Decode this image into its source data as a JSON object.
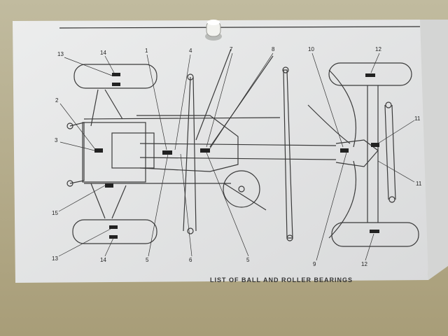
{
  "diagram": {
    "caption": "LIST OF BALL AND ROLLER BEARINGS",
    "part_labels": [
      "13",
      "14",
      "1",
      "4",
      "7",
      "8",
      "10",
      "12",
      "2",
      "3",
      "11",
      "11",
      "15",
      "13",
      "14",
      "5",
      "6",
      "5",
      "9",
      "12"
    ]
  },
  "colors": {
    "wall": "#b8b196",
    "paper": "#e6e7e8",
    "ink": "#3a3a3a",
    "floor": "#a89d78"
  }
}
